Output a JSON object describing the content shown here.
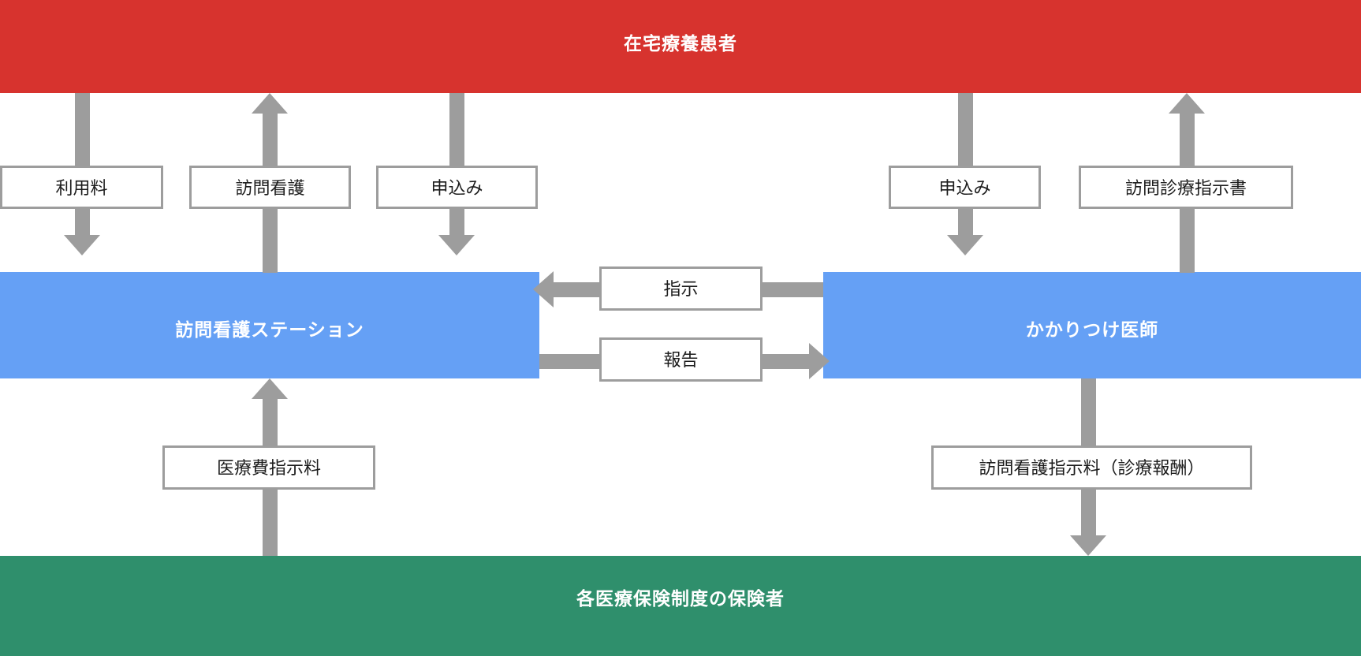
{
  "diagram": {
    "title_band_patient": "在宅療養患者",
    "band_station": "訪問看護ステーション",
    "band_doctor": "かかりつけ医師",
    "band_insurer": "各医療保険制度の保険者",
    "colors": {
      "patient_band": "#d7332e",
      "station_band": "#65a0f5",
      "doctor_band": "#65a0f5",
      "insurer_band": "#2f8f6c",
      "arrow": "#9d9d9d",
      "label_border": "#9d9d9d",
      "label_text": "#1c1c1c",
      "band_text": "#ffffff",
      "background": "#ffffff"
    },
    "flows": [
      {
        "id": "fee",
        "label": "利用料",
        "from": "在宅療養患者",
        "to": "訪問看護ステーション",
        "direction": "down"
      },
      {
        "id": "home-nursing",
        "label": "訪問看護",
        "from": "訪問看護ステーション",
        "to": "在宅療養患者",
        "direction": "up"
      },
      {
        "id": "application-left",
        "label": "申込み",
        "from": "在宅療養患者",
        "to": "訪問看護ステーション",
        "direction": "down"
      },
      {
        "id": "application-right",
        "label": "申込み",
        "from": "在宅療養患者",
        "to": "かかりつけ医師",
        "direction": "down"
      },
      {
        "id": "home-care-order",
        "label": "訪問診療指示書",
        "from": "かかりつけ医師",
        "to": "在宅療養患者",
        "direction": "up"
      },
      {
        "id": "instruction",
        "label": "指示",
        "from": "かかりつけ医師",
        "to": "訪問看護ステーション",
        "direction": "left"
      },
      {
        "id": "report",
        "label": "報告",
        "from": "訪問看護ステーション",
        "to": "かかりつけ医師",
        "direction": "right"
      },
      {
        "id": "medical-fee",
        "label": "医療費指示料",
        "from": "各医療保険制度の保険者",
        "to": "訪問看護ステーション",
        "direction": "up"
      },
      {
        "id": "nursing-order-fee",
        "label": "訪問看護指示料（診療報酬）",
        "from": "かかりつけ医師",
        "to": "各医療保険制度の保険者",
        "direction": "down"
      }
    ]
  }
}
